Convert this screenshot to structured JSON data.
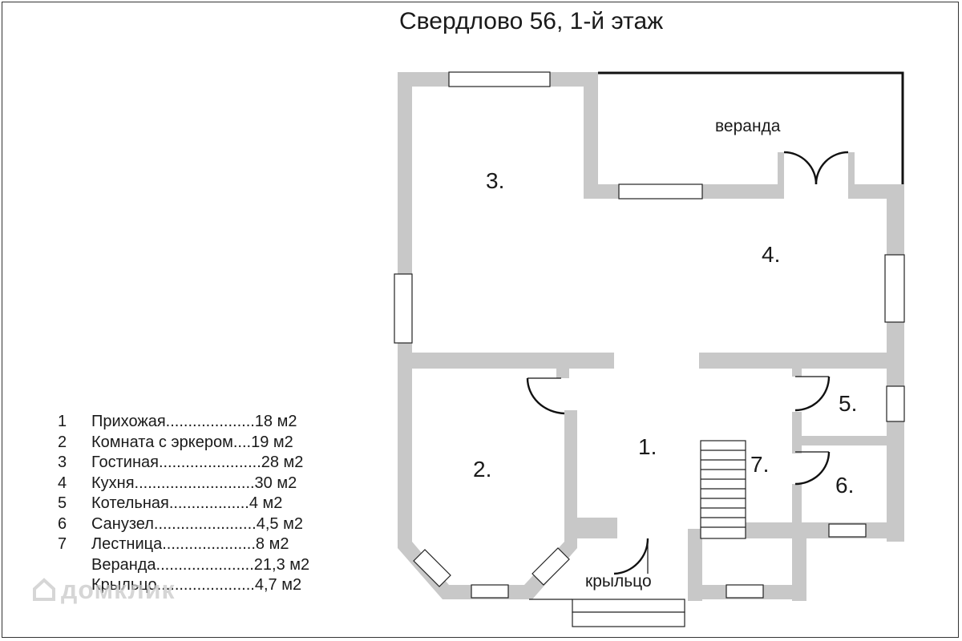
{
  "title": "Свердлово 56, 1-й этаж",
  "colors": {
    "wall": "#c8c8c8",
    "line": "#111111",
    "window_fill": "#ffffff"
  },
  "rooms": {
    "r1": "1.",
    "r2": "2.",
    "r3": "3.",
    "r4": "4.",
    "r5": "5.",
    "r6": "6.",
    "r7": "7.",
    "veranda": "веранда",
    "porch": "крыльцо"
  },
  "legend": [
    {
      "num": "1",
      "text": "Прихожая....................18 м2"
    },
    {
      "num": "2",
      "text": "Комната с эркером....19 м2"
    },
    {
      "num": "3",
      "text": "Гостиная.......................28 м2"
    },
    {
      "num": "4",
      "text": "Кухня...........................30 м2"
    },
    {
      "num": "5",
      "text": "Котельная..................4 м2"
    },
    {
      "num": "6",
      "text": "Санузел.......................4,5 м2"
    },
    {
      "num": "7",
      "text": "Лестница.....................8 м2"
    },
    {
      "num": "",
      "text": "Веранда......................21,3 м2"
    },
    {
      "num": "",
      "text": "Крыльцо......................4,7 м2"
    }
  ],
  "watermark": {
    "text": "домклик",
    "logo_icon": "domklik-house-icon"
  }
}
